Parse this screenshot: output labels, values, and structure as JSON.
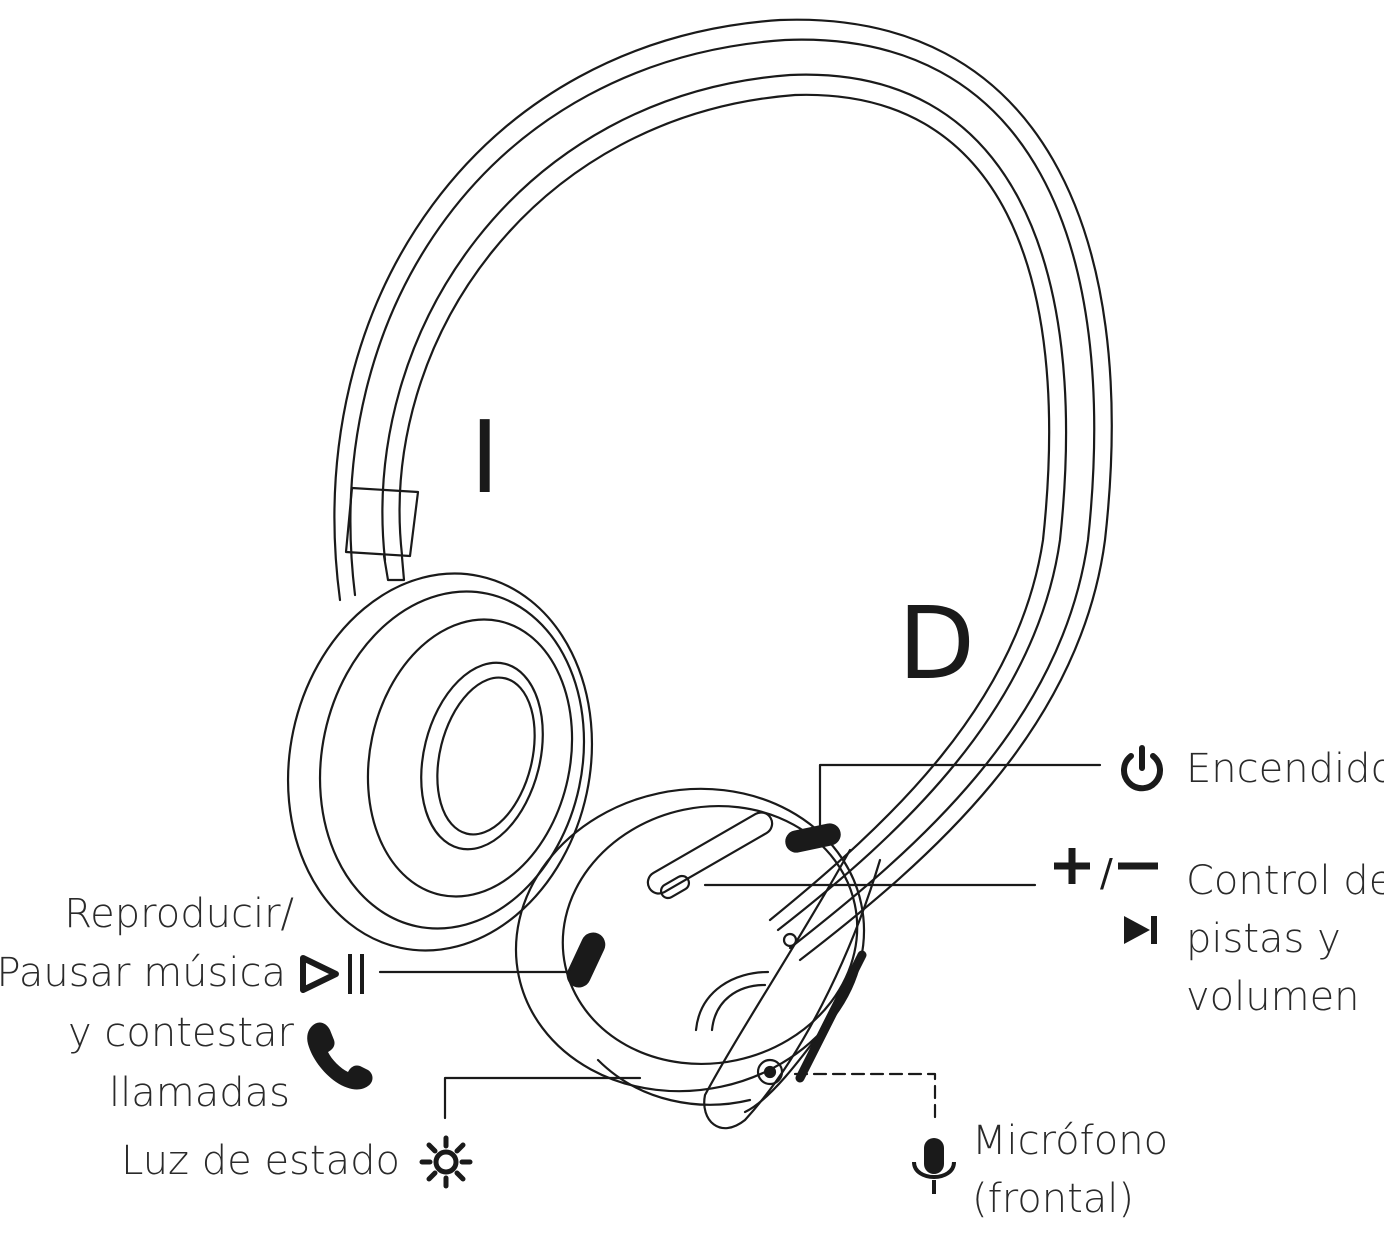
{
  "sides": {
    "left": "I",
    "right": "D"
  },
  "callouts": {
    "power": {
      "label": "Encendido",
      "icon": "power-icon"
    },
    "volume": {
      "symbol_plus": "+",
      "symbol_slash": "/",
      "symbol_minus": "–",
      "lines": [
        "Control de",
        "pistas y",
        "volumen"
      ],
      "icons": [
        "plus-icon",
        "minus-icon",
        "next-track-icon"
      ]
    },
    "play": {
      "lines": [
        "Reproducir/",
        "Pausar música",
        "y contestar",
        "llamadas"
      ],
      "icons": [
        "play-pause-icon",
        "phone-icon"
      ]
    },
    "status": {
      "label": "Luz de estado",
      "icon": "status-light-icon"
    },
    "mic": {
      "lines": [
        "Micrófono",
        "(frontal)"
      ],
      "icon": "microphone-icon"
    }
  },
  "colors": {
    "ink": "#1a1a1a",
    "background": "#ffffff"
  }
}
